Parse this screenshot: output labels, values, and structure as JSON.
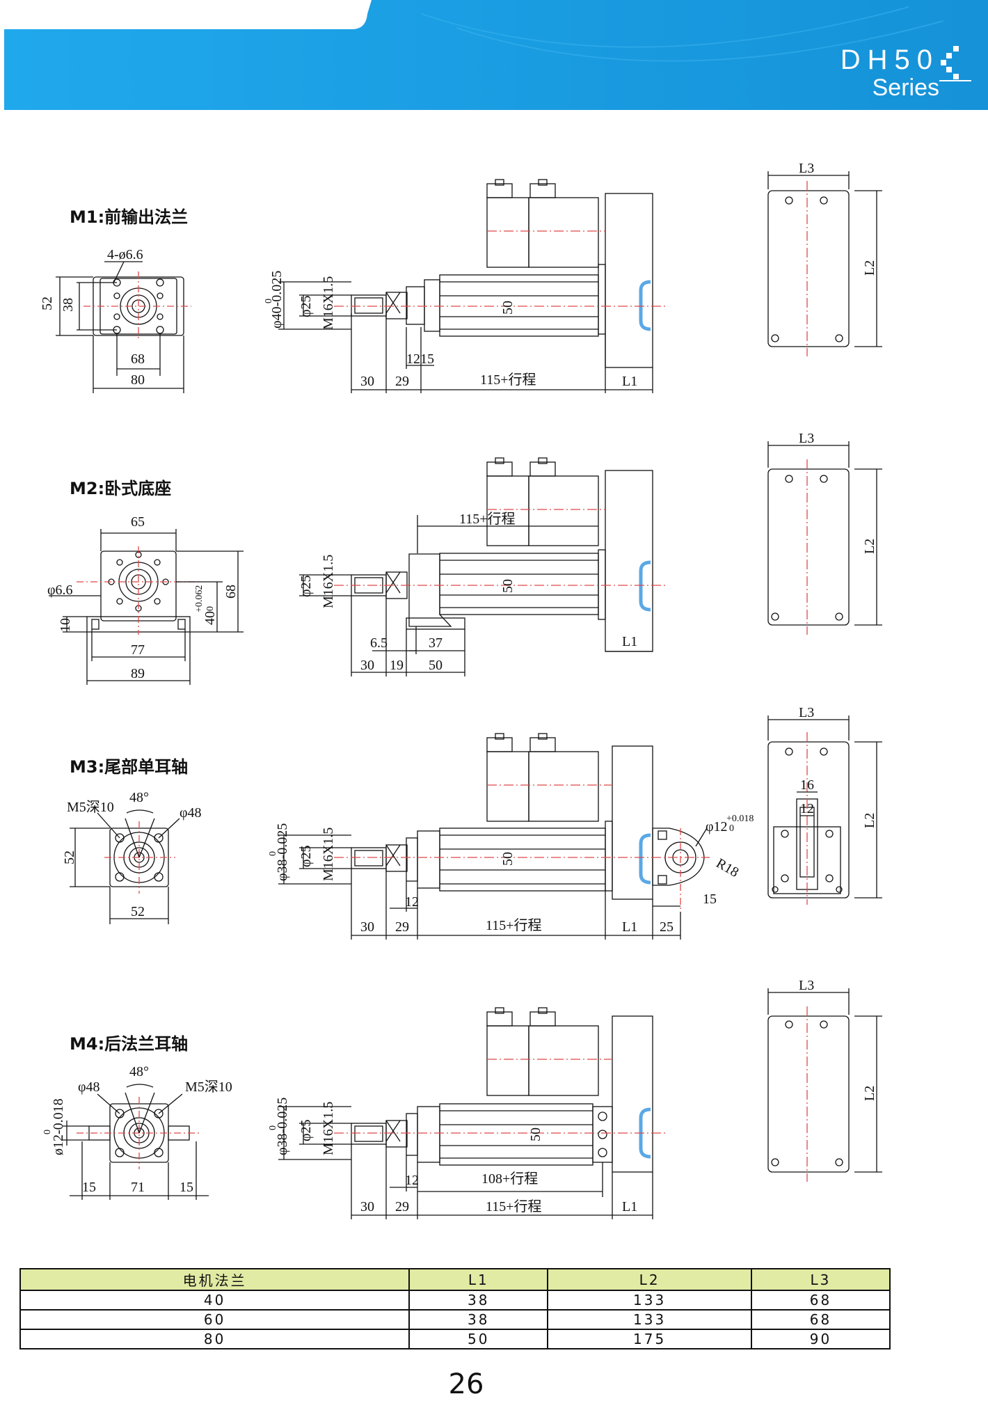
{
  "header": {
    "series_code": "DH50",
    "series_sub": "Series"
  },
  "sections": [
    {
      "label": "M1:前输出法兰",
      "dims": {
        "holes": "4-ø6.6",
        "h_outer": "52",
        "h_inner": "38",
        "w_inner": "68",
        "w_outer": "80",
        "shaft_fit": "φ40-0.025",
        "shaft_fit_sup": "0",
        "rod": "φ25",
        "thread": "M16X1.5",
        "body": "50",
        "d1": "12",
        "d2": "15",
        "len1": "30",
        "len2": "29",
        "stroke": "115+行程",
        "L1": "L1",
        "L2": "L2",
        "L3": "L3"
      }
    },
    {
      "label": "M2:卧式底座",
      "dims": {
        "w_top": "65",
        "hole": "φ6.6",
        "base": "10",
        "center": "40",
        "center_tol": "+0.062",
        "center_tol2": "0",
        "height": "68",
        "w_mid": "77",
        "w_outer": "89",
        "stroke": "115+行程",
        "rod": "φ25",
        "thread": "M16X1.5",
        "body": "50",
        "d1": "6.5",
        "d2": "37",
        "len1": "30",
        "len2": "19",
        "len3": "50",
        "L1": "L1",
        "L2": "L2",
        "L3": "L3"
      }
    },
    {
      "label": "M3:尾部单耳轴",
      "dims": {
        "thread_hole": "M5深10",
        "angle": "48°",
        "dia": "φ48",
        "height": "52",
        "width": "52",
        "shaft_fit": "φ38-0.025",
        "shaft_fit_sup": "0",
        "rod": "φ25",
        "thread": "M16X1.5",
        "body": "50",
        "pin": "φ12",
        "pin_tol": "+0.018",
        "pin_tol2": "0",
        "radius": "R18",
        "r_len": "15",
        "d1": "12",
        "len1": "30",
        "len2": "29",
        "stroke": "115+行程",
        "L1": "L1",
        "len_end": "25",
        "ear_w": "16",
        "ear_in": "12",
        "L2": "L2",
        "L3": "L3"
      }
    },
    {
      "label": "M4:后法兰耳轴",
      "dims": {
        "dia": "φ48",
        "angle": "48°",
        "thread_hole": "M5深10",
        "pin_fit": "ø12-0.018",
        "pin_fit_sup": "0",
        "s1": "15",
        "s2": "71",
        "s3": "15",
        "shaft_fit": "φ38-0.025",
        "shaft_fit_sup": "0",
        "rod": "φ25",
        "thread": "M16X1.5",
        "body": "50",
        "d1": "12",
        "stroke_inner": "108+行程",
        "len1": "30",
        "len2": "29",
        "stroke": "115+行程",
        "L1": "L1",
        "L2": "L2",
        "L3": "L3"
      }
    }
  ],
  "table": {
    "headers": [
      "电机法兰",
      "L1",
      "L2",
      "L3"
    ],
    "rows": [
      [
        "40",
        "38",
        "133",
        "68"
      ],
      [
        "60",
        "38",
        "133",
        "68"
      ],
      [
        "80",
        "50",
        "175",
        "90"
      ]
    ]
  },
  "page_number": "26",
  "colors": {
    "header_blue": "#1aa0e6",
    "table_header": "#e1eba4",
    "centerline": "#e04848",
    "handle": "#5aa8e6"
  }
}
